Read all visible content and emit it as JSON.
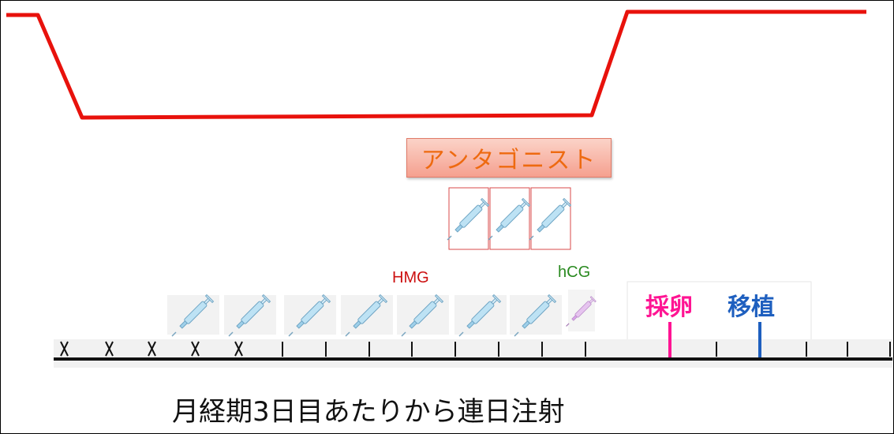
{
  "antagonist": {
    "label": "アンタゴニスト",
    "injection_count": 3
  },
  "hmg": {
    "label": "HMG",
    "injection_count": 7
  },
  "hcg": {
    "label": "hCG",
    "injection_count": 1
  },
  "events": {
    "retrieval": {
      "label": "採卵",
      "color": "#ff1493"
    },
    "transfer": {
      "label": "移植",
      "color": "#1e5fbf"
    }
  },
  "timeline": {
    "crossed_days": 5
  },
  "caption": "月経期3日目あたりから連日注射",
  "colors": {
    "hormone_line": "#e8120c",
    "hmg_label": "#cc1010",
    "hcg_label": "#2a8a20",
    "antagonist_text": "#ee6a10",
    "syringe_blue": "#8cc8e8",
    "syringe_purple": "#cc88dd"
  },
  "icons": {
    "injection": "syringe-icon"
  }
}
